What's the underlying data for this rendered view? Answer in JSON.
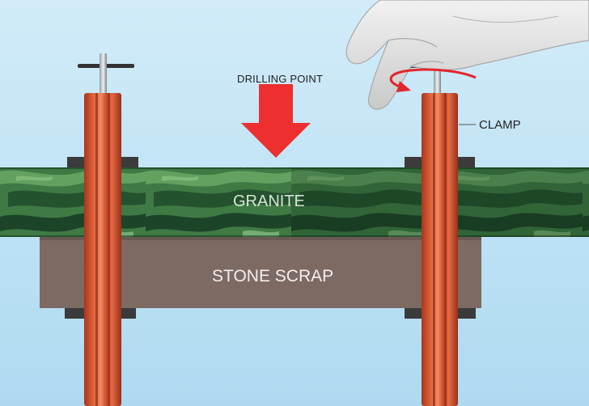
{
  "labels": {
    "drilling_point": "DRILLING POINT",
    "clamp": "CLAMP",
    "granite": "GRANITE",
    "stone_scrap": "STONE SCRAP"
  },
  "colors": {
    "sky_top": "#c9e7f7",
    "sky_bottom": "#b3ddf3",
    "granite_base": "#3f7a45",
    "granite_dark": "#173b22",
    "granite_light": "#6fae6a",
    "stone_scrap": "#7d6a63",
    "clamp_red": "#d2532f",
    "arrow_red": "#ee2f2f",
    "block_dark": "#3a3a3a"
  }
}
